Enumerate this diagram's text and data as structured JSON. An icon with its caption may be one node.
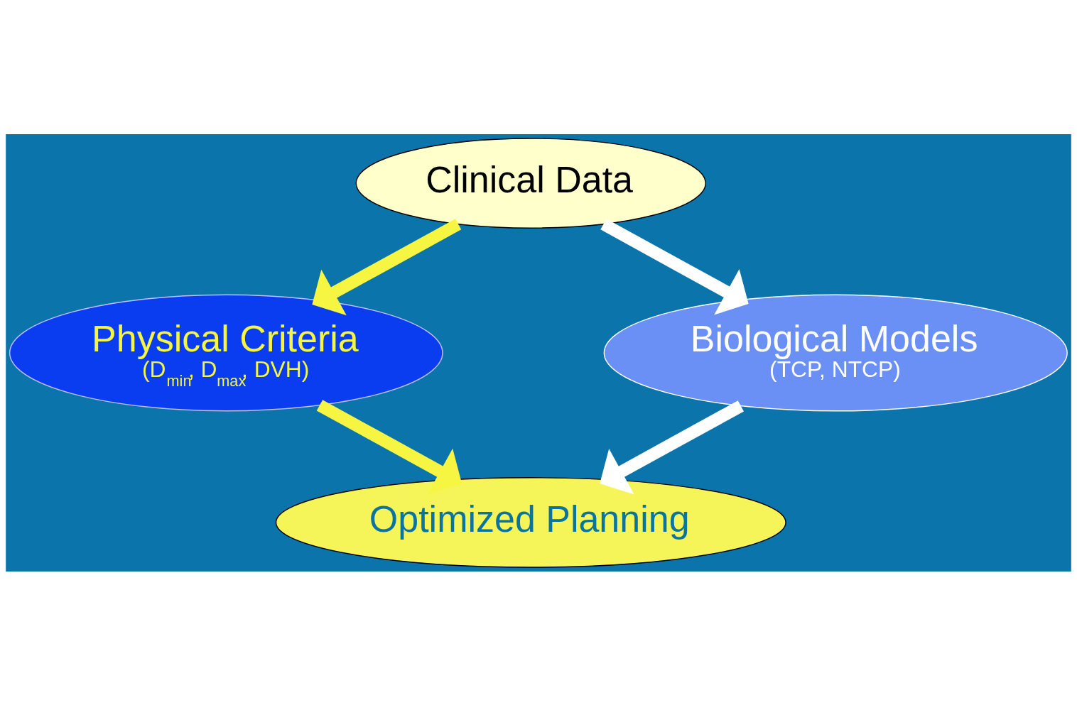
{
  "diagram": {
    "nodes": [
      {
        "text": [
          "Clinical Data"
        ]
      },
      {
        "text": [
          "Physical Criteria",
          "(D$_{min}$, D$_{max}$, DVH)"
        ]
      },
      {
        "text": [
          "Biological Models",
          "(TCP, NTCP)"
        ]
      },
      {
        "text": [
          "Optimized Planning"
        ]
      }
    ],
    "edges": [
      {
        "from": 0,
        "to": 1,
        "arrow": "to",
        "color": "#f5f542"
      },
      {
        "from": 0,
        "to": 2,
        "arrow": "to",
        "color": "#ffffff"
      },
      {
        "from": 1,
        "to": 3,
        "arrow": "to",
        "color": "#f5f542"
      },
      {
        "from": 2,
        "to": 3,
        "arrow": "to",
        "color": "#ffffff"
      }
    ]
  }
}
